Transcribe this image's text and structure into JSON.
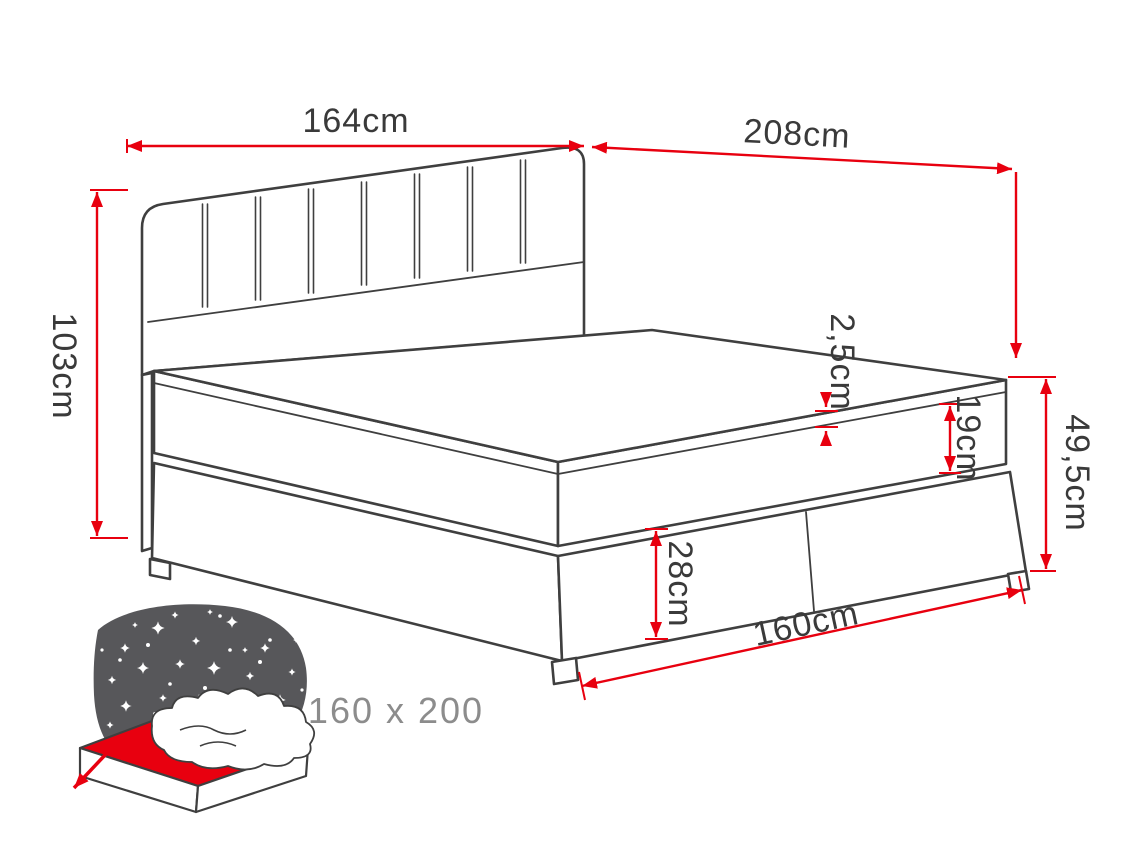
{
  "drawing": {
    "dimensions": {
      "headboard_width": "164cm",
      "bed_length": "208cm",
      "headboard_height": "103cm",
      "topper_thickness": "2,5cm",
      "mattress_thickness": "19cm",
      "side_height": "49,5cm",
      "base_height": "28cm",
      "sleeping_width": "160cm"
    },
    "colors": {
      "dimension_red": "#e8000f",
      "outline_gray": "#3f3f3f",
      "caption_gray": "#8c8c8c",
      "icon_dark": "#57575a",
      "icon_mattress_red": "#e8000f"
    }
  },
  "badge": {
    "caption": "160 x 200"
  }
}
